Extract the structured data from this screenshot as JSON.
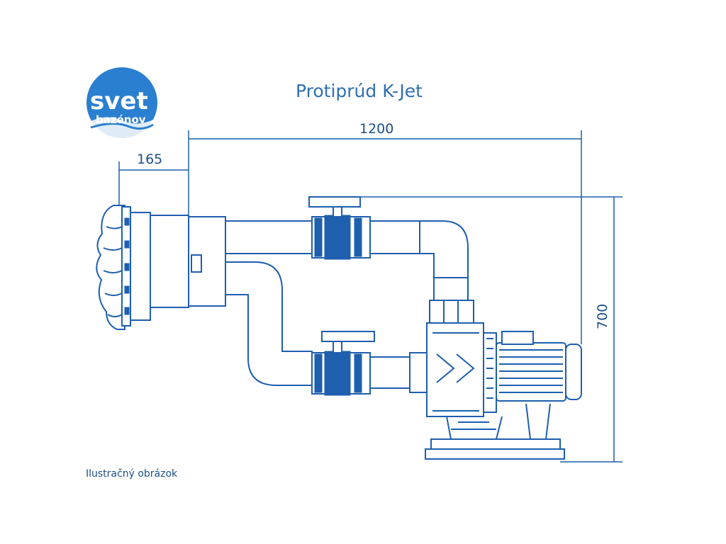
{
  "title": "Protiprúd K-Jet",
  "logo": {
    "line1": "svet",
    "line2": "bazénov"
  },
  "dimensions": {
    "width_total": "1200",
    "nozzle_depth": "165",
    "height": "700"
  },
  "note": "Ilustračný obrázok",
  "colors": {
    "line": "#1e5fae",
    "title": "#2f6fb3",
    "label": "#1b4f86",
    "logo_bg": "#2b7fd0"
  }
}
